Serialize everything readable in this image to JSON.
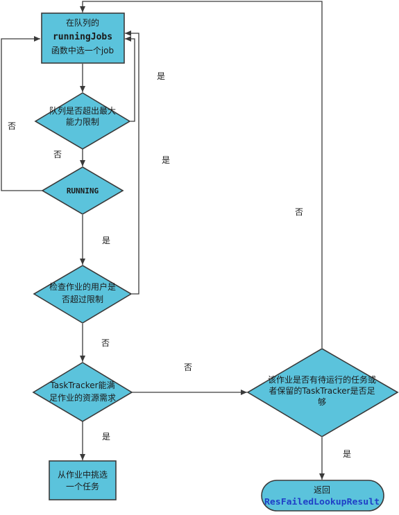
{
  "nodes": {
    "select_job": {
      "lines": [
        "在队列的",
        "runningJobs",
        "函数中选一个job"
      ]
    },
    "queue_capacity": {
      "lines": [
        "队列是否超出最大",
        "能力限制"
      ]
    },
    "running": {
      "lines": [
        "RUNNING"
      ]
    },
    "user_limit": {
      "lines": [
        "检查作业的用户是",
        "否超过限制"
      ]
    },
    "tasktracker_resources": {
      "lines": [
        "TaskTracker能满",
        "足作业的资源需求"
      ]
    },
    "pick_task": {
      "lines": [
        "从作业中挑选",
        "一个任务"
      ]
    },
    "pending_tasks": {
      "lines": [
        "该作业是否有待运行的任务或",
        "者保留的TaskTracker是否足",
        "够"
      ]
    },
    "return_result": {
      "lines": [
        "返回",
        "ResFailedLookupResult"
      ]
    }
  },
  "edge_labels": {
    "capacity_yes": "是",
    "loop_yes": "是",
    "running_no": "否",
    "capacity_no": "否",
    "running_yes": "是",
    "user_no": "否",
    "resources_no": "否",
    "resources_yes": "是",
    "pending_no": "否",
    "pending_yes": "是"
  },
  "colors": {
    "shape_fill": "#5bc3dc",
    "stroke": "#3a3a3a",
    "result_text": "#1f3fc7"
  }
}
